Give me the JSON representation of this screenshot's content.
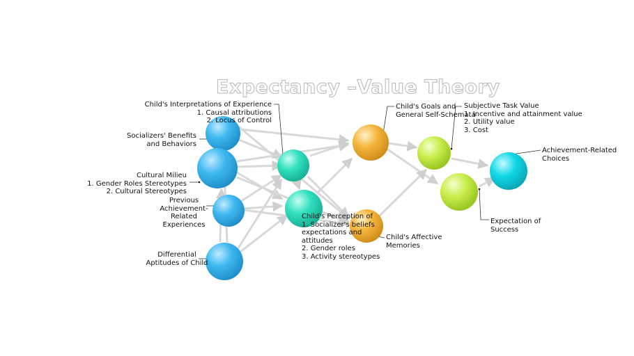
{
  "title": "Expectancy –Value Theory",
  "colors": {
    "blue": "#3db8f0",
    "teal": "#31e0bf",
    "orange": "#f5b53a",
    "yellowgreen": "#c8ee4a",
    "cyan": "#10d8e6",
    "arrow": "#dcdcdc"
  },
  "labels": {
    "interpretations": [
      "Child's Interpretations of Experience",
      "1. Causal attributions",
      "2. Locus of Control"
    ],
    "socializers": [
      "Socializers' Benefits",
      "and Behaviors"
    ],
    "cultural": [
      "Cultural Milieu",
      "1. Gender Roles Stereotypes",
      "2. Cultural Stereotypes"
    ],
    "previous": [
      "Previous",
      "Achievement-",
      "Related",
      "Experiences"
    ],
    "differential": [
      "Differential",
      "Aptitudes of Child"
    ],
    "perception": [
      "Child's Perception of",
      "1. Socializer's beliefs",
      "expectations and",
      "attitudes",
      "2. Gender roles",
      "3. Activity stereotypes"
    ],
    "goals": [
      "Child's Goals and",
      "General Self-Schemata"
    ],
    "affective": [
      "Child's Affective",
      "Memories"
    ],
    "taskvalue": [
      "Subjective Task Value",
      "1. Incentive and attainment value",
      "2. Utility value",
      "3. Cost"
    ],
    "expectation": [
      "Expectation of",
      "Success"
    ],
    "choices": [
      "Achievement-Related",
      "Choices"
    ]
  }
}
